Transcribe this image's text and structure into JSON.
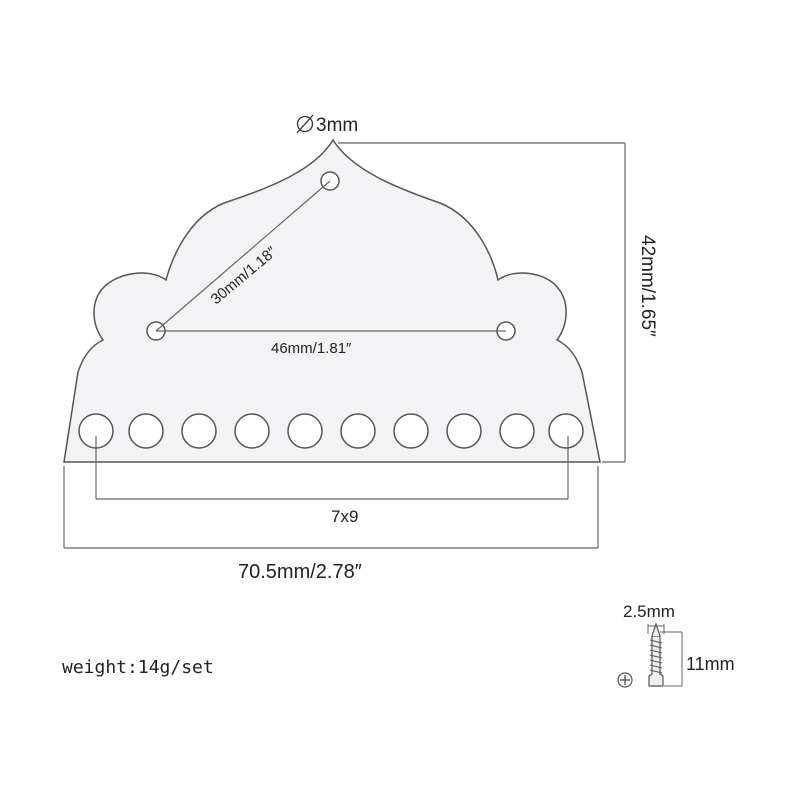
{
  "labels": {
    "hole_diameter": "3mm",
    "diagonal": "30mm/1.18″",
    "hole_span": "46mm/1.81″",
    "height": "42mm/1.65″",
    "string_span": "7x9",
    "width": "70.5mm/2.78″",
    "weight": "weight:14g/set",
    "screw_diameter": "2.5mm",
    "screw_length": "11mm"
  },
  "colors": {
    "plate_fill": "#f3f3f5",
    "outline": "#555555",
    "dimension_line": "#666666",
    "text": "#222222"
  },
  "icons": {
    "diameter_symbol": "diameter-icon",
    "screw_head": "phillips-head-icon"
  }
}
